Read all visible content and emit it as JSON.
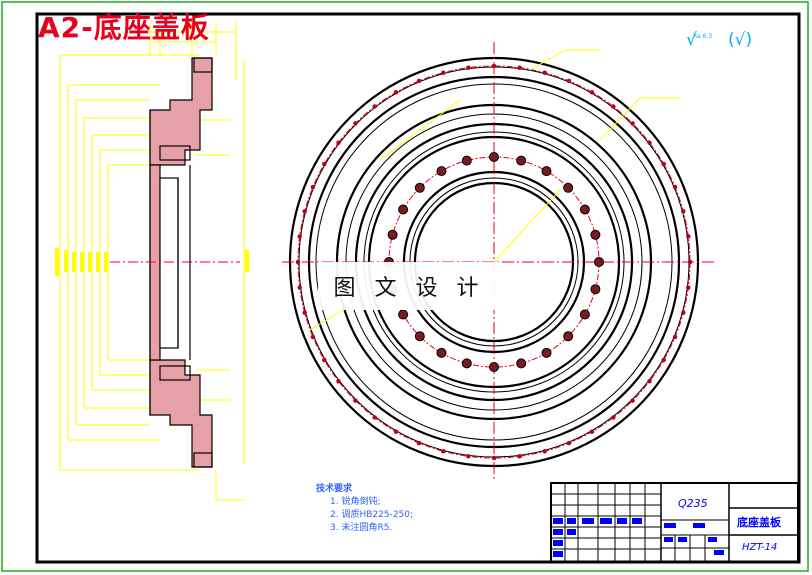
{
  "title": "A2-底座盖板",
  "watermark": "图 文 设 计",
  "roughness": {
    "label": "Ra 6.3",
    "suffix": "(√)"
  },
  "tech_notes": {
    "heading": "技术要求",
    "items": [
      "1. 锐角倒钝;",
      "2. 调质HB225-250;",
      "3. 未注圆角R5."
    ]
  },
  "title_block": {
    "material": "Q235",
    "part_name": "底座盖板",
    "drawing_no": "HZT-14"
  },
  "colors": {
    "outline": "#000000",
    "dimension": "#ffff00",
    "section": "#e8a0a8",
    "red": "#e8001e",
    "blue": "#0000ff",
    "cyan": "#00b0f0",
    "border": "#008800"
  }
}
